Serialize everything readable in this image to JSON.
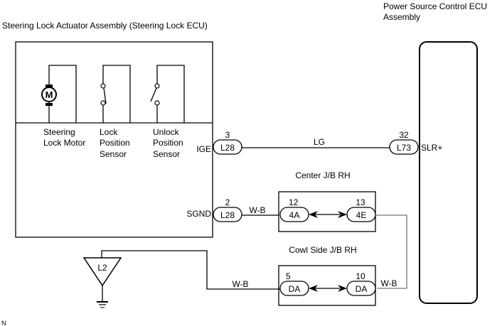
{
  "title_left": "Steering Lock Actuator Assembly (Steering Lock ECU)",
  "title_right_line1": "Power Source Control ECU",
  "title_right_line2": "Assembly",
  "footer_mark": "N",
  "components": {
    "motor": {
      "symbol": "M",
      "label_line1": "Steering",
      "label_line2": "Lock Motor"
    },
    "lock_sensor": {
      "label_line1": "Lock",
      "label_line2": "Position",
      "label_line3": "Sensor"
    },
    "unlock_sensor": {
      "label_line1": "Unlock",
      "label_line2": "Position",
      "label_line3": "Sensor"
    }
  },
  "terminals": {
    "ige": {
      "name": "IGE",
      "pin": "3",
      "connector": "L28"
    },
    "sgnd": {
      "name": "SGND",
      "pin": "2",
      "connector": "L28"
    },
    "slr": {
      "name": "SLR+",
      "pin": "32",
      "connector": "L73"
    }
  },
  "wires": {
    "ige_to_slr": "LG",
    "sgnd_to_cjb": "W-B",
    "ground_to_cowl": "W-B",
    "cowl_to_cjb": "W-B"
  },
  "center_jb": {
    "title": "Center J/B RH",
    "left": {
      "pin": "12",
      "connector": "4A"
    },
    "right": {
      "pin": "13",
      "connector": "4E"
    }
  },
  "cowl_jb": {
    "title": "Cowl Side J/B RH",
    "left": {
      "pin": "5",
      "connector": "DA"
    },
    "right": {
      "pin": "10",
      "connector": "DA"
    }
  },
  "ground": {
    "label": "L2"
  }
}
